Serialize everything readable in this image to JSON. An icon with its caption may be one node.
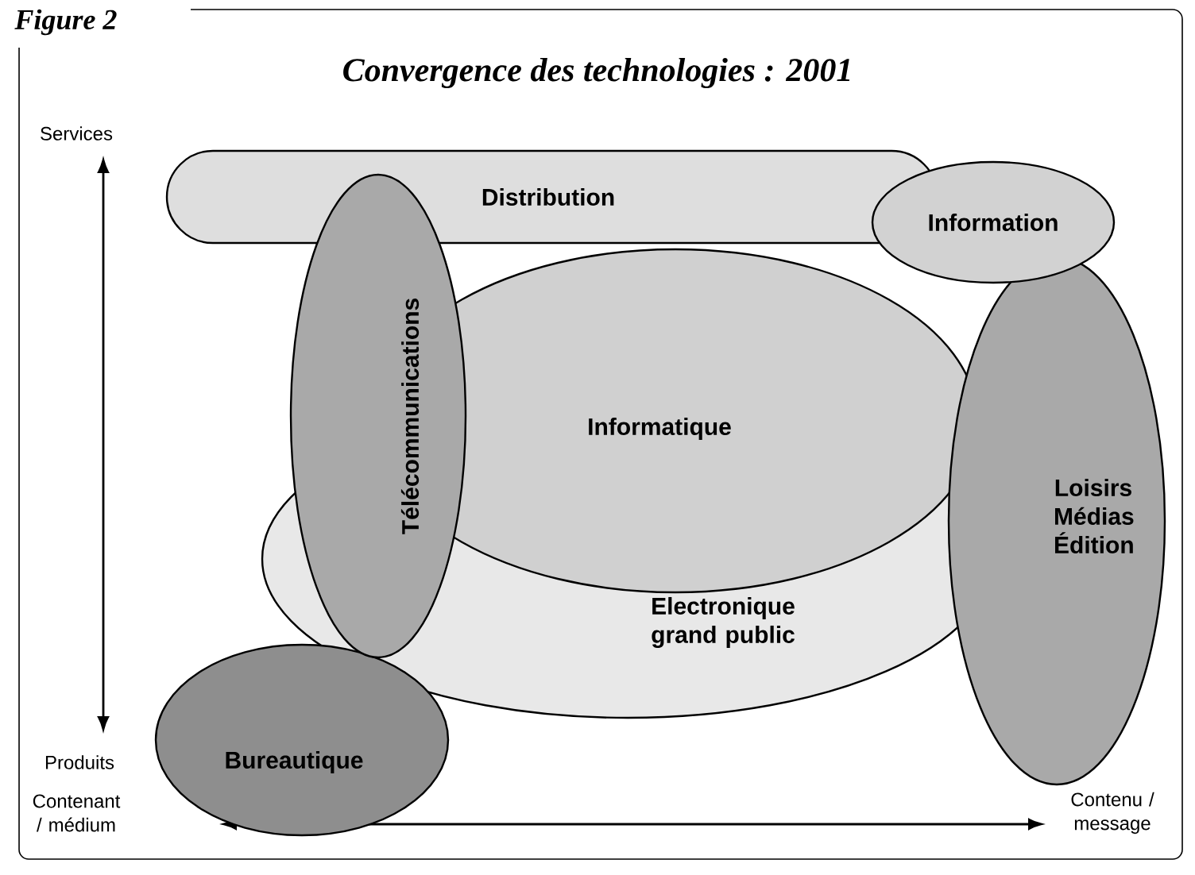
{
  "diagram": {
    "title": "Convergence des technologies : 2001",
    "nodes": [
      {
        "text": [
          "Distribution"
        ]
      },
      {
        "text": [
          "Information"
        ]
      },
      {
        "text": [
          "Télécommunications"
        ]
      },
      {
        "text": [
          "Informatique"
        ]
      },
      {
        "text": [
          "Loisirs Médias Édition"
        ]
      },
      {
        "text": [
          "Electronique grand public"
        ]
      },
      {
        "text": [
          "Bureautique"
        ]
      }
    ],
    "labels": [
      "Figure 2",
      "Services",
      "Produits",
      "Contenant / médium",
      "Contenu / message"
    ]
  }
}
